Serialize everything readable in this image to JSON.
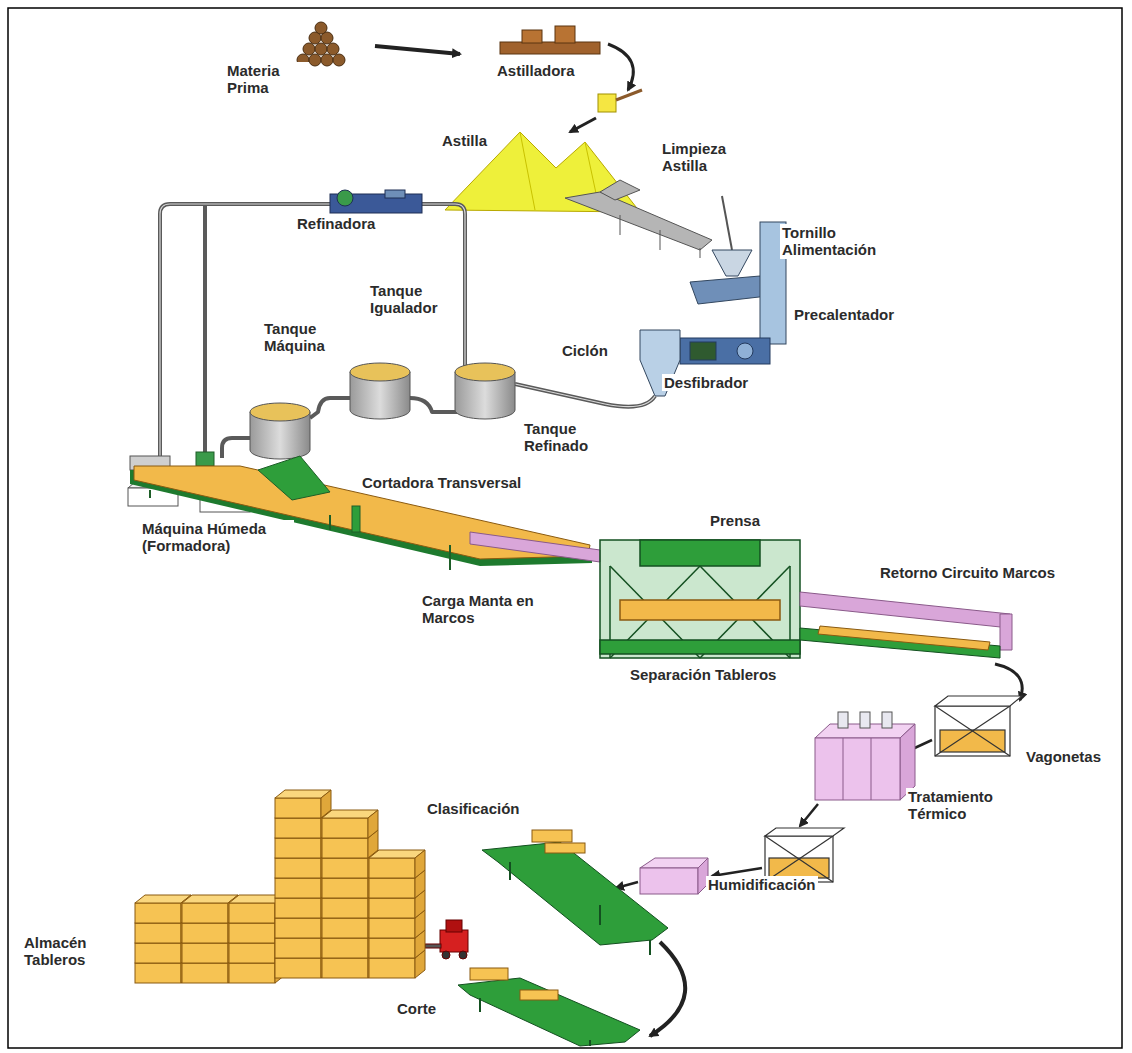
{
  "diagram": {
    "labels": [
      "Materia Prima",
      "Astilladora",
      "Astilla",
      "Limpieza Astilla",
      "Refinadora",
      "Tornillo Alimentación",
      "Tanque Igualador",
      "Tanque Máquina",
      "Precalentador",
      "Ciclón",
      "Desfibrador",
      "Tanque Refinado",
      "Cortadora Transversal",
      "Máquina Húmeda (Formadora)",
      "Prensa",
      "Retorno Circuito Marcos",
      "Carga Manta en Marcos",
      "Separación Tableros",
      "Vagonetas",
      "Tratamiento Térmico",
      "Clasificación",
      "Humidificación",
      "Almacén Tableros",
      "Corte"
    ]
  }
}
